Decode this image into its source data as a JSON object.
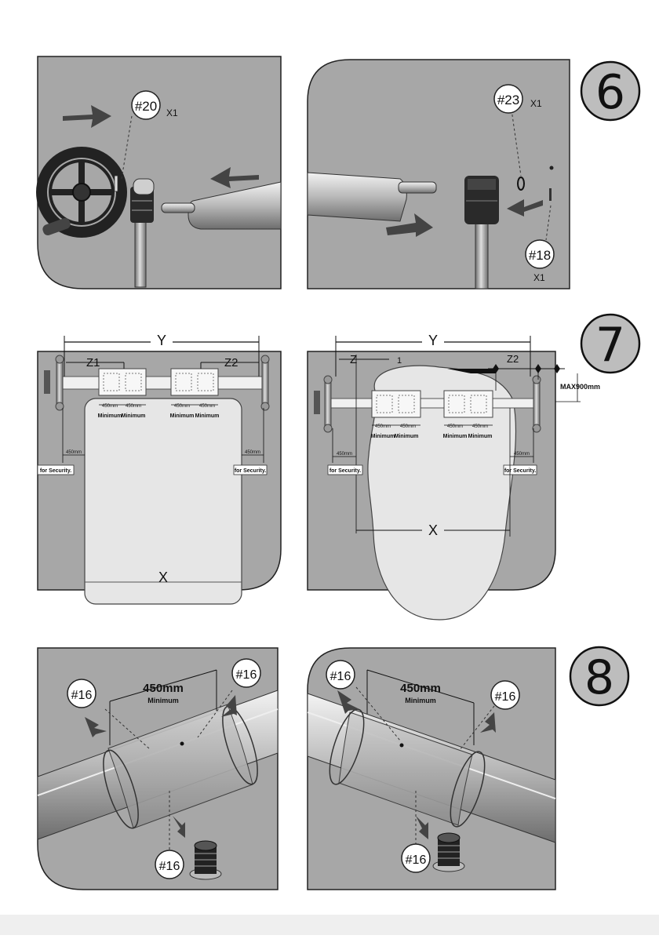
{
  "steps": {
    "s6": "6",
    "s7": "7",
    "s8": "8"
  },
  "step6": {
    "left_part": "#20",
    "left_qty": "X1",
    "right_part_top": "#23",
    "right_qty_top": "X1",
    "right_part_bottom": "#18",
    "right_qty_bottom": "X1"
  },
  "step7": {
    "left": {
      "y_label": "Y",
      "z1_label": "Z1",
      "z2_label": "Z2",
      "x_label": "X",
      "dim_450": "450mm",
      "minimum": "Minimum",
      "security_dim": "450mm",
      "security": "for Security."
    },
    "right": {
      "y_label": "Y",
      "z_label": "Z",
      "one_label": "1",
      "z2_label": "Z2",
      "max_label": "MAX900mm",
      "x_label": "X",
      "dim_450": "450mm",
      "minimum": "Minimum",
      "security_dim": "450mm",
      "security": "for Security."
    }
  },
  "step8": {
    "dim": "450mm",
    "minimum": "Minimum",
    "part": "#16"
  },
  "colors": {
    "panel": "#a7a7a7",
    "panel_dark": "#8e8e8e",
    "pool": "#e6e6e6",
    "line": "#111111",
    "step_circle": "#bdbdbd"
  }
}
